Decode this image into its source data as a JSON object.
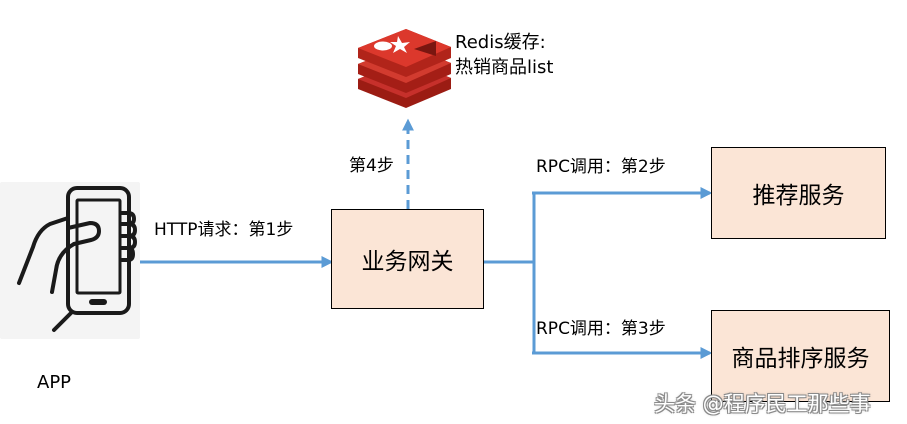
{
  "nodes": {
    "gateway": "业务网关",
    "recommend": "推荐服务",
    "product_sort": "商品排序服务",
    "app": "APP"
  },
  "redis": {
    "line1": "Redis缓存:",
    "line2": "热销商品list",
    "icon": "redis-logo-icon"
  },
  "edges": {
    "http": "HTTP请求：第1步",
    "rpc_recommend": "RPC调用：第2步",
    "rpc_sort": "RPC调用：第3步",
    "cache": "第4步"
  },
  "watermark": "头条 @程序民工那些事",
  "colors": {
    "node_fill": "#fbe5d6",
    "arrow": "#5b9bd5",
    "redis_red": "#d82c20"
  }
}
